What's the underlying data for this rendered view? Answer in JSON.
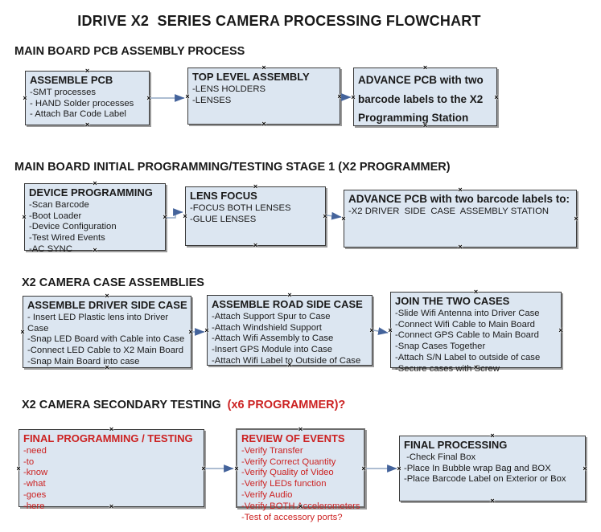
{
  "title": "IDRIVE X2  SERIES CAMERA PROCESSING FLOWCHART",
  "colors": {
    "box_fill": "#dce6f1",
    "box_border": "#3a3a3a",
    "box_shadow": "#9b9b9b",
    "accent_red": "#cc2222",
    "arrow_line": "#92a7c3",
    "arrow_head": "#44639b",
    "text": "#1a1a1a"
  },
  "icons": {
    "connection_handle": "×"
  },
  "sections": [
    {
      "header": "MAIN BOARD PCB ASSEMBLY PROCESS",
      "boxes": [
        {
          "title": "ASSEMBLE PCB",
          "items": [
            "-SMT processes",
            "- HAND Solder processes",
            "- Attach Bar Code Label"
          ]
        },
        {
          "title": "TOP LEVEL ASSEMBLY",
          "items": [
            "-LENS HOLDERS",
            "-LENSES"
          ]
        },
        {
          "title": "ADVANCE PCB with two barcode labels to the X2 Programming Station",
          "items": []
        }
      ]
    },
    {
      "header": "MAIN BOARD INITIAL PROGRAMMING/TESTING STAGE 1 (X2 PROGRAMMER)",
      "boxes": [
        {
          "title": "DEVICE PROGRAMMING",
          "items": [
            "-Scan Barcode",
            "-Boot Loader",
            "-Device Configuration",
            "-Test Wired Events",
            "-AC SYNC"
          ]
        },
        {
          "title": "LENS FOCUS",
          "items": [
            "-FOCUS BOTH LENSES",
            "-GLUE LENSES"
          ]
        },
        {
          "title": "ADVANCE PCB with two barcode labels to:",
          "items": [
            "-X2 DRIVER  SIDE  CASE  ASSEMBLY STATION"
          ]
        }
      ]
    },
    {
      "header": "X2 CAMERA CASE ASSEMBLIES",
      "boxes": [
        {
          "title": "ASSEMBLE DRIVER SIDE CASE",
          "items": [
            "- Insert LED Plastic lens into Driver Case",
            "-Snap LED Board with Cable into Case",
            "-Connect LED Cable to X2 Main Board",
            "-Snap Main Board into case"
          ]
        },
        {
          "title": "ASSEMBLE ROAD SIDE CASE",
          "items": [
            "-Attach Support Spur to Case",
            "-Attach Windshield Support",
            "-Attach Wifi Assembly to Case",
            "-Insert GPS Module into Case",
            "-Attach Wifi Label to Outside of Case"
          ]
        },
        {
          "title": "JOIN THE TWO CASES",
          "items": [
            "-Slide Wifi Antenna into Driver Case",
            "-Connect Wifi Cable to Main Board",
            "-Connect GPS Cable to Main Board",
            "-Snap Cases Together",
            "-Attach S/N Label to outside of case",
            "-Secure cases with Screw"
          ]
        }
      ]
    },
    {
      "header": "X2 CAMERA SECONDARY TESTING ",
      "header_highlight": " (x6 PROGRAMMER)?",
      "boxes": [
        {
          "title": "FINAL PROGRAMMING / TESTING",
          "items": [
            "-need",
            "-to",
            "-know",
            "-what",
            "-goes",
            "-here"
          ]
        },
        {
          "title": "REVIEW OF EVENTS",
          "items": [
            "-Verify Transfer",
            "-Verify Correct Quantity",
            "-Verify Quality of Video",
            "-Verify LEDs function",
            "-Verify Audio",
            "-Verify BOTH Accelerometers",
            "-Test of accessory ports?"
          ]
        },
        {
          "title": "FINAL PROCESSING",
          "items": [
            " -Check Final Box",
            "-Place In Bubble wrap Bag and BOX",
            "-Place Barcode Label on Exterior or Box"
          ]
        }
      ]
    }
  ]
}
